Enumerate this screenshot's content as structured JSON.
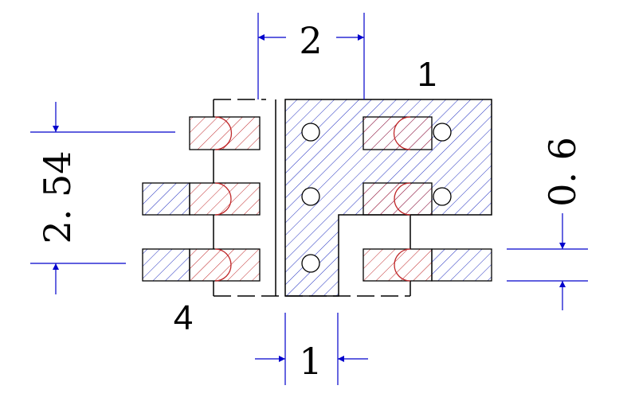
{
  "labels": {
    "pin_1": "1",
    "pin_4": "4"
  },
  "dimensions": {
    "top_width": "2",
    "bottom_gap": "1",
    "left_pitch": "2. 54",
    "right_thickness": "0. 6"
  },
  "colors": {
    "blue_hatch": "#1f2dbf",
    "red_hatch": "#c0282a",
    "dimension_line": "#0000cc",
    "outline": "#000000"
  }
}
